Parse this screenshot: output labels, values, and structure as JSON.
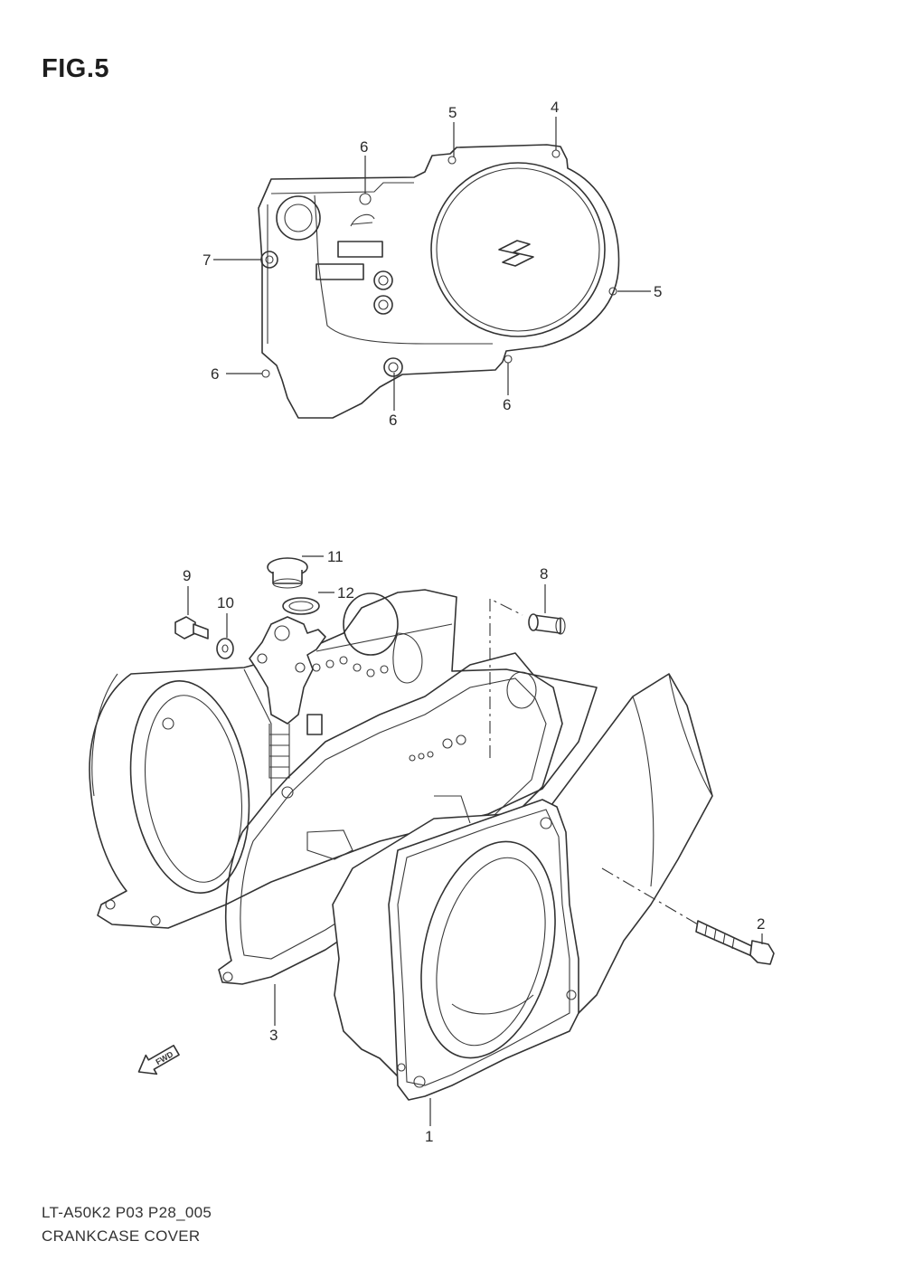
{
  "figure": {
    "title": "FIG.5"
  },
  "footer": {
    "code": "LT-A50K2 P03 P28_005",
    "name": "CRANKCASE COVER"
  },
  "fwd_arrow": {
    "label": "FWD"
  },
  "logo": {
    "letter": "S"
  },
  "callouts": {
    "top_5a": "5",
    "top_4": "4",
    "top_6a": "6",
    "top_7": "7",
    "top_5b": "5",
    "top_6b": "6",
    "top_6c": "6",
    "top_6d": "6",
    "bot_11": "11",
    "bot_9": "9",
    "bot_12": "12",
    "bot_10": "10",
    "bot_8": "8",
    "bot_2": "2",
    "bot_3": "3",
    "bot_1": "1"
  }
}
